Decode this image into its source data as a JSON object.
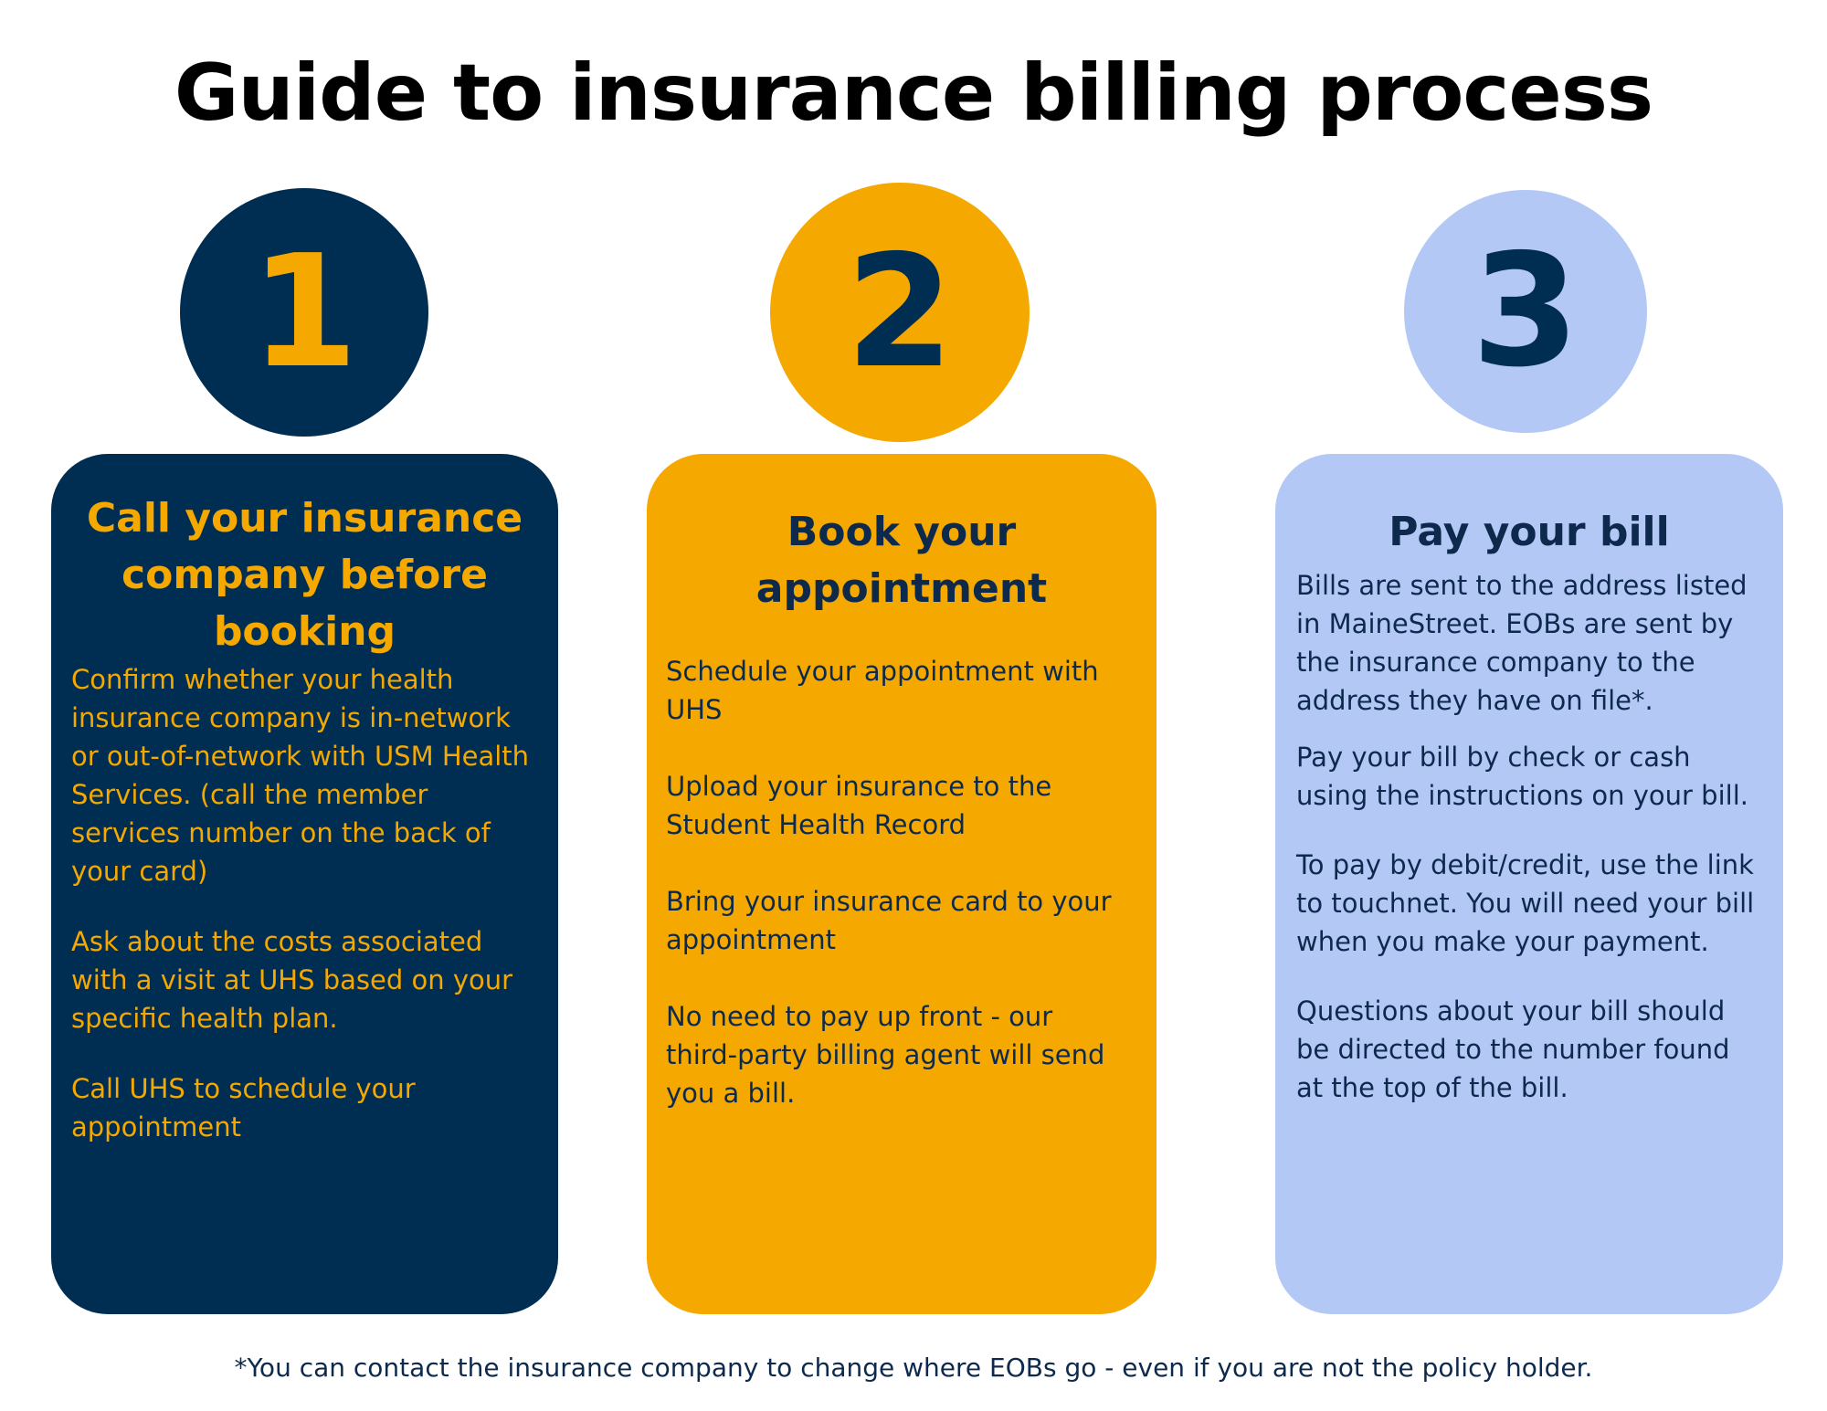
{
  "title": "Guide to insurance billing process",
  "colors": {
    "navy": "#002e52",
    "gold": "#f4a800",
    "light_blue": "#b4c8f6",
    "text_dark": "#0d2a4d"
  },
  "steps": [
    {
      "number": "1",
      "title": "Call your insurance company before booking",
      "paragraphs": [
        "Confirm whether your health insurance company is in-network or out-of-network with USM Health Services. (call the member services number on the back of your card)",
        "Ask about the costs associated with a visit at UHS based on your specific health plan.",
        "Call UHS to schedule your appointment"
      ]
    },
    {
      "number": "2",
      "title": "Book your appointment",
      "paragraphs": [
        "Schedule your appointment with UHS",
        "Upload your insurance to the Student Health Record",
        "Bring your insurance card to your appointment",
        "No need to pay up front - our third-party billing agent will send you a bill."
      ]
    },
    {
      "number": "3",
      "title": "Pay your bill",
      "paragraphs": [
        "Bills are sent to the address listed in MaineStreet. EOBs are sent by the insurance company to the address they have on file*.",
        "Pay your bill by check or cash using the instructions on your bill.",
        "To pay by debit/credit, use the link to touchnet. You will need your bill when you make your payment.",
        "Questions about your bill should be directed to the number found at the top of the bill."
      ]
    }
  ],
  "footnote": "*You can contact the insurance company to change where EOBs go - even if you are not the policy holder."
}
